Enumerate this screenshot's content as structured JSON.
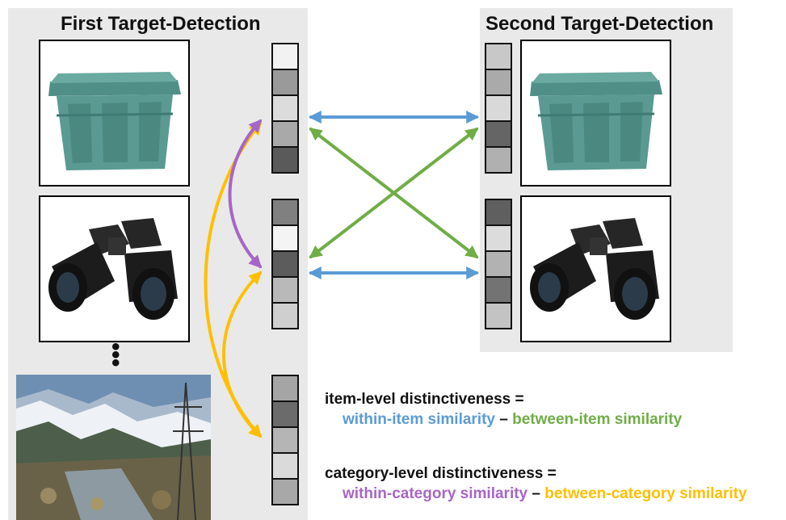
{
  "panels": {
    "first": {
      "title": "First Target-Detection"
    },
    "second": {
      "title": "Second Target-Detection"
    }
  },
  "images": {
    "container": {
      "icon": "storage-bin-icon",
      "color": "#5a9a92"
    },
    "binoculars": {
      "icon": "binoculars-icon",
      "color": "#1c1c1c"
    },
    "scene": {
      "icon": "mountain-river-scene"
    }
  },
  "patterns": {
    "first_item1": [
      "#f2f2f2",
      "#9a9a9a",
      "#dcdcdc",
      "#a9a9a9",
      "#5a5a5a"
    ],
    "first_item2": [
      "#808080",
      "#f4f4f4",
      "#5c5c5c",
      "#b9b9b9",
      "#cfcfcf"
    ],
    "first_item3": [
      "#a5a5a5",
      "#6b6b6b",
      "#b5b5b5",
      "#dadada",
      "#a8a8a8"
    ],
    "second_item1": [
      "#c8c8c8",
      "#aaaaaa",
      "#d9d9d9",
      "#656565",
      "#b0b0b0"
    ],
    "second_item2": [
      "#5f5f5f",
      "#dcdcdc",
      "#b2b2b2",
      "#737373",
      "#c3c3c3"
    ]
  },
  "colors": {
    "within_item": "#5b9bd5",
    "between_item": "#70ad47",
    "within_category": "#a666c6",
    "between_category": "#ffbf00"
  },
  "equations": {
    "item": {
      "lhs": "item-level distinctiveness =",
      "within": "within-item similarity",
      "minus": " – ",
      "between": "between-item similarity"
    },
    "category": {
      "lhs": "category-level distinctiveness =",
      "within": "within-category similarity",
      "minus": " – ",
      "between": "between-category similarity"
    }
  }
}
